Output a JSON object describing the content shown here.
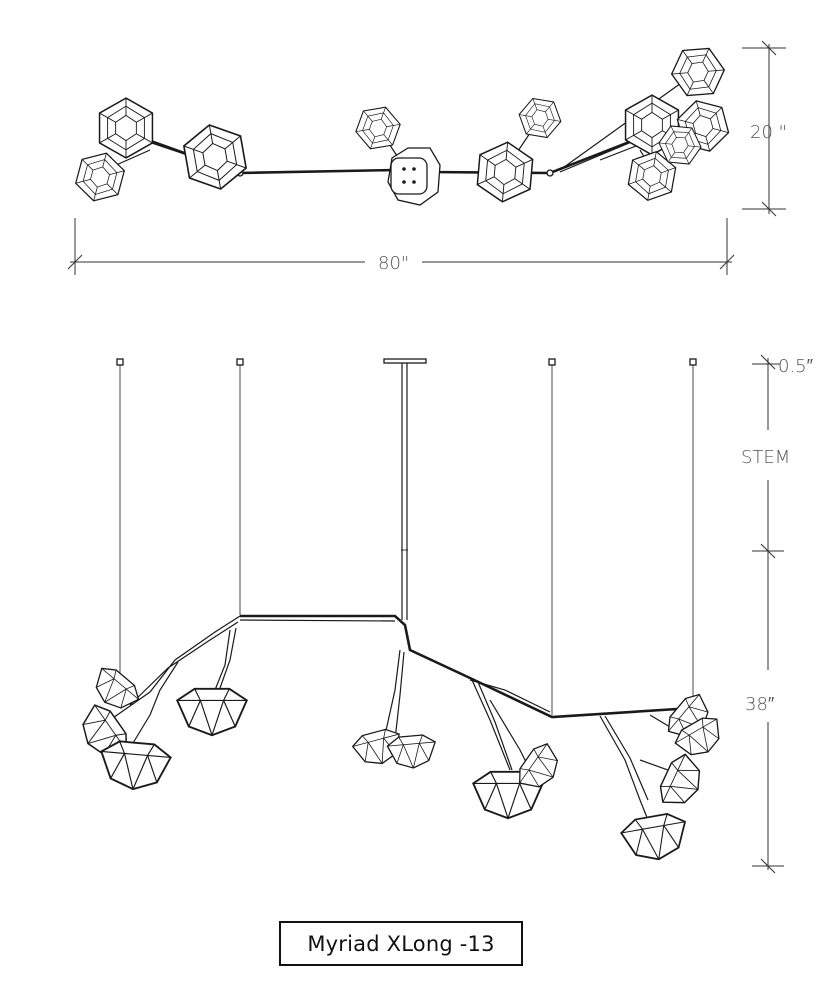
{
  "dimensions": {
    "height_top": "20 \"",
    "width_top": "80\"",
    "canopy_gap": "0.5″",
    "stem_label": "STEM",
    "drop_label": "38″"
  },
  "title": "Myriad XLong -13"
}
